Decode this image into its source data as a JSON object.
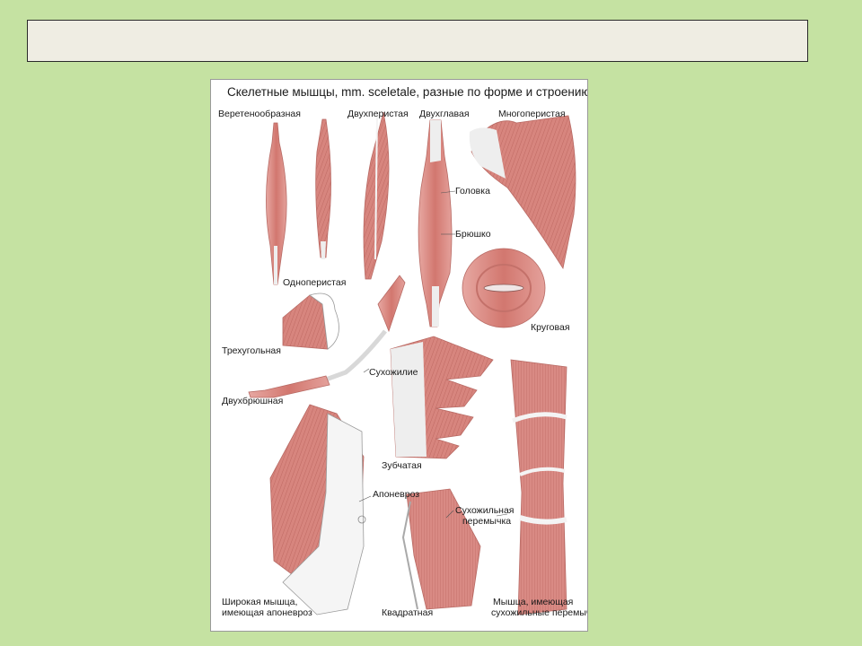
{
  "slide": {
    "title_text": "",
    "background_color": "#c5e2a2",
    "title_box_color": "#efede3"
  },
  "plate": {
    "title": "Скелетные мышцы, mm. sceletale, разные по форме и строению",
    "muscle_color": "#d98a84",
    "tendon_color": "#eeeeee",
    "labels": {
      "fusiform": "Веретенообразная",
      "bipennate": "Двухперистая",
      "biceps": "Двухглавая",
      "multipennate": "Многоперистая",
      "head": "Головка",
      "belly": "Брюшко",
      "unipennate": "Одноперистая",
      "orbicular": "Круговая",
      "triangular": "Трехугольная",
      "tendon": "Сухожилие",
      "digastric": "Двухбрюшная",
      "serratus": "Зубчатая",
      "aponeurosis": "Апоневроз",
      "tendinous_intersection_1": "Сухожильная",
      "tendinous_intersection_2": "перемычка",
      "broad_1": "Широкая мышца,",
      "broad_2": "имеющая апоневроз",
      "quadrate": "Квадратная",
      "intersected_1": "Мышца, имеющая",
      "intersected_2": "сухожильные перемычки"
    }
  }
}
